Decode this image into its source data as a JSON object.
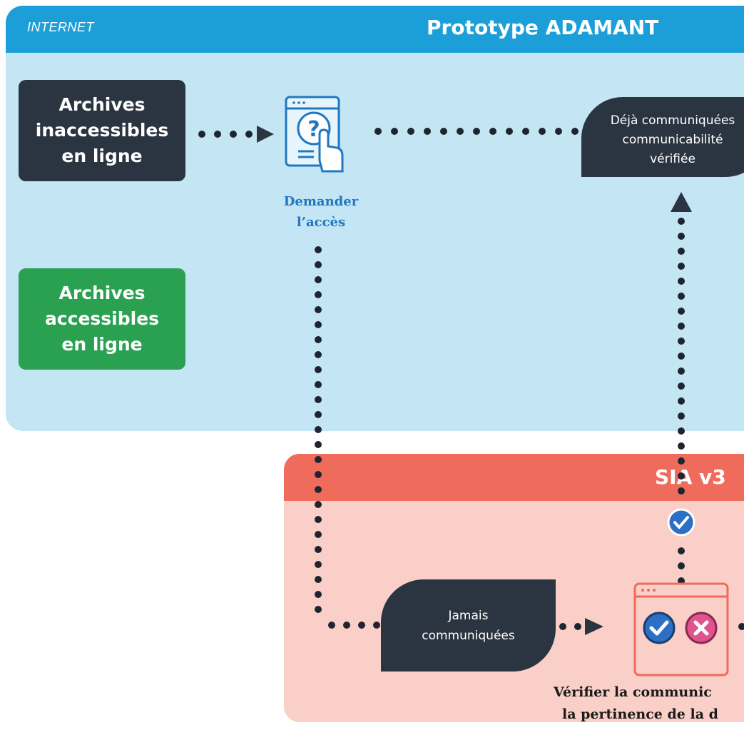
{
  "zones": {
    "internet": {
      "label": "INTERNET",
      "title": "Prototype ADAMANT",
      "header_color": "#1c9fd9",
      "body_color": "#c3e5f4"
    },
    "sia": {
      "title": "SIA v3",
      "header_color": "#ef6b5b",
      "body_color": "#f9cfc7"
    }
  },
  "nodes": {
    "archives_inaccessibles": {
      "lines": [
        "Archives",
        "inaccessibles",
        "en ligne"
      ],
      "color": "#2b3542"
    },
    "archives_accessibles": {
      "lines": [
        "Archives",
        "accessibles",
        "en ligne"
      ],
      "color": "#2aa051"
    },
    "deja_communiquees": {
      "lines": [
        "Déjà communiquées",
        "communicabilité",
        "vérifiée"
      ],
      "color": "#2b3542"
    },
    "jamais_communiquees": {
      "lines": [
        "Jamais",
        "communiquées"
      ],
      "color": "#2b3542"
    },
    "demander_acces": {
      "lines": [
        "Demander",
        "l’accès"
      ],
      "icon": "request-access-icon",
      "color": "#1f78c1"
    },
    "verifier": {
      "lines": [
        "Vérifier la communic",
        "la pertinence de la d"
      ],
      "icon": "verify-window-icon"
    }
  },
  "colors": {
    "connector": "#1f2530",
    "check": "#2d6fc4",
    "cross": "#e0538c"
  }
}
